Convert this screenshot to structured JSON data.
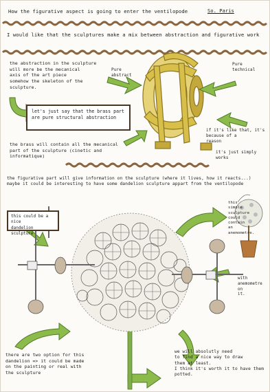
{
  "header": {
    "title": "How the figurative aspect is going to enter the ventilopode",
    "author": "So. Paris"
  },
  "intro": "I would like that the sculptures make a mix between abstraction and figurative work",
  "notes": {
    "abstraction_skeleton": "the abstraction in the sculpture\nwill more be the mecanical\naxis of the art piece\nsomehow the skeleton of the\nsculpture.",
    "brass_box": "let's just say that the brass part\nare pure structural abstraction",
    "brass_contain": "the brass will contain all the mecanical\npart of the sculpture (cinetic and\ninformatique)",
    "pure_abstract": "Pure\nabstract",
    "pure_technical": "Pure\ntechnical",
    "like_that": "if it's like that, it's\nbecause of a\nreason",
    "simply_works": "it's just simply\nworks",
    "figurative_part": "the figurative part will give information on the sculpture (where it lives, how it reacts...)\nmaybe it could be interesting to have some dandelion sculpture appart from the ventilopode",
    "dandelion_box": "this could be a nice\ndandelion sculpture",
    "simple_sculpture": "this\nsimple\nsculpture\ncould\ncontain\nan\nanemometre.",
    "with_anemometer": "with\nanemometre\non\nit.",
    "two_options": "there are two option for this\ndandelion => it could be made\non the painting or real with\nthe sculpture",
    "need_find": "we will absolutly need\nto find a nice way to draw\nthem at least.\nI think it's worth it to have them\npotted."
  },
  "colors": {
    "brass": "#d8bf4a",
    "brass_dark": "#8a7420",
    "arrow_green": "#8cbb4c",
    "arrow_dark": "#4f7a28",
    "wave_brown": "#8a6640",
    "stem_green": "#7fae4a",
    "disc_tan": "#c9b9a2",
    "box_border": "#4a3620"
  }
}
